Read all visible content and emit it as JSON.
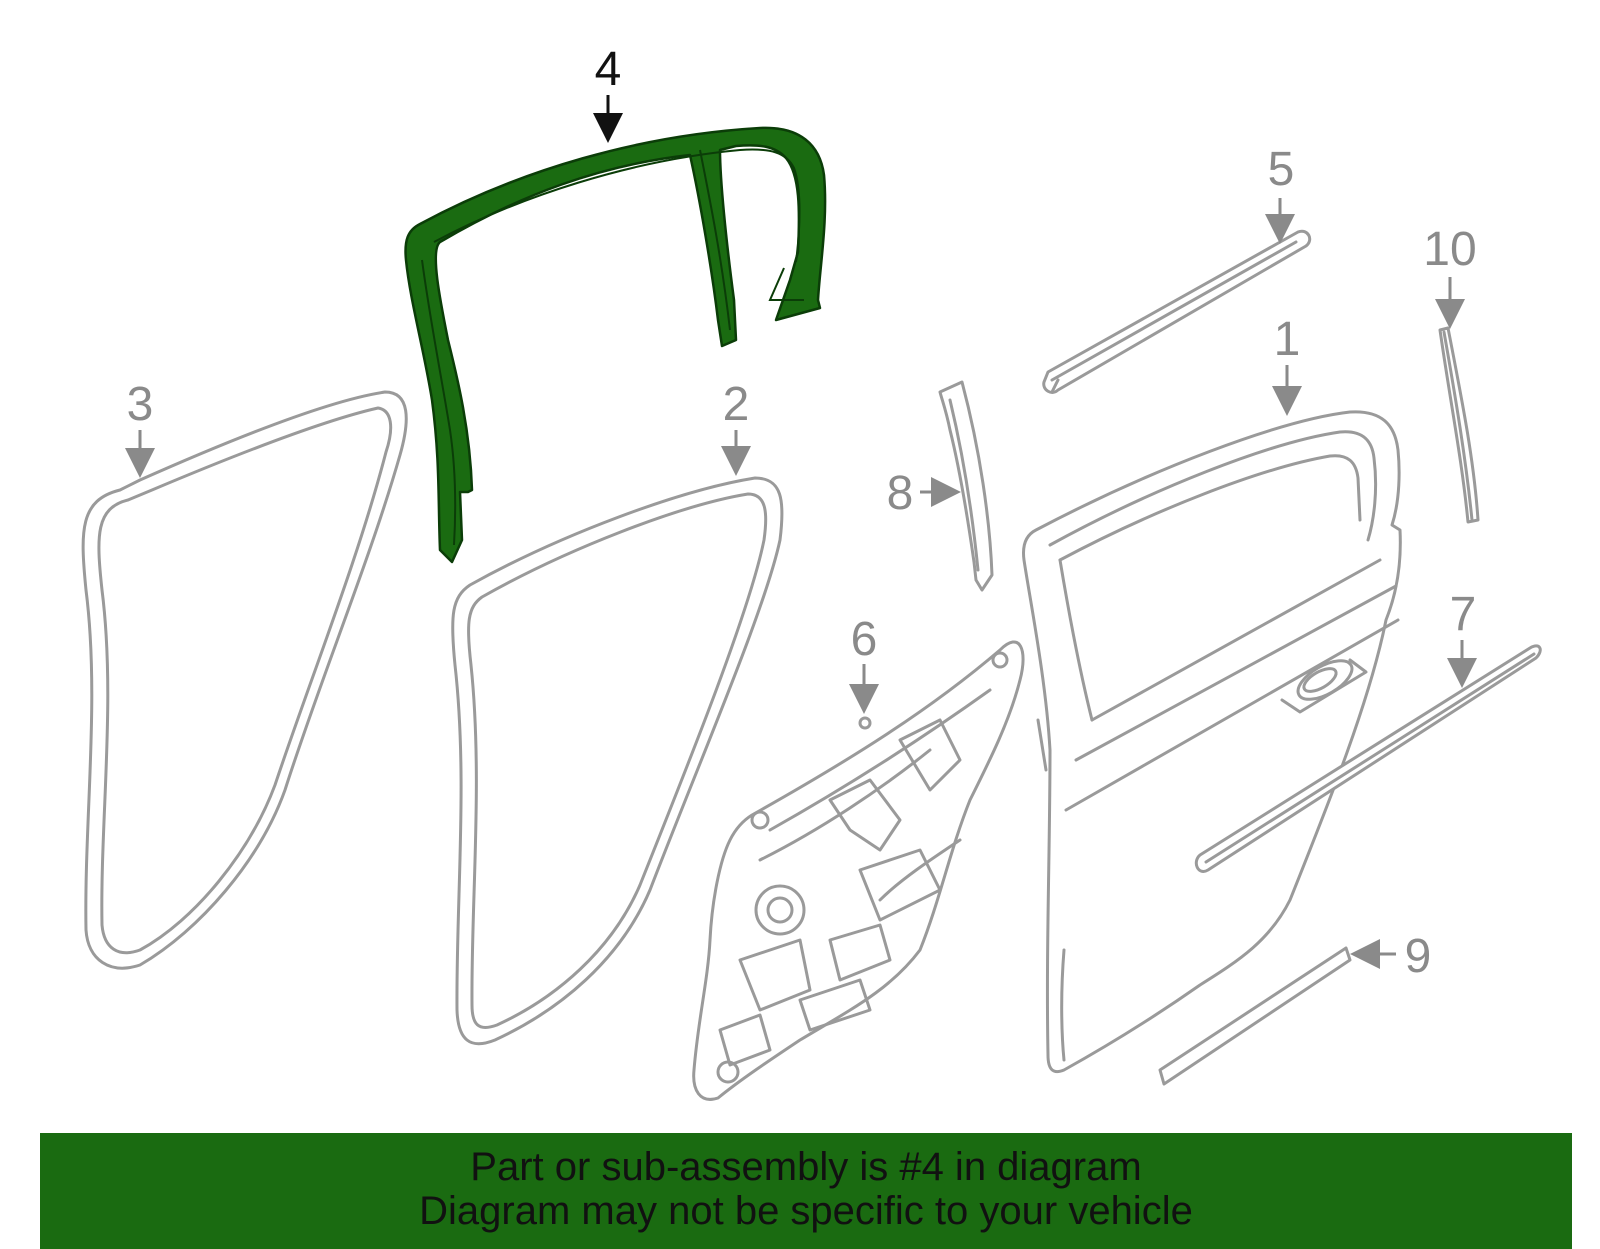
{
  "callouts": {
    "c1": "1",
    "c2": "2",
    "c3": "3",
    "c4": "4",
    "c5": "5",
    "c6": "6",
    "c7": "7",
    "c8": "8",
    "c9": "9",
    "c10": "10"
  },
  "highlight": {
    "part": "4",
    "color": "#1a6b11"
  },
  "banner": {
    "line1": "Part or sub-assembly is #4 in diagram",
    "line2": "Diagram may not be specific to your vehicle",
    "background": "#1a6b11"
  }
}
